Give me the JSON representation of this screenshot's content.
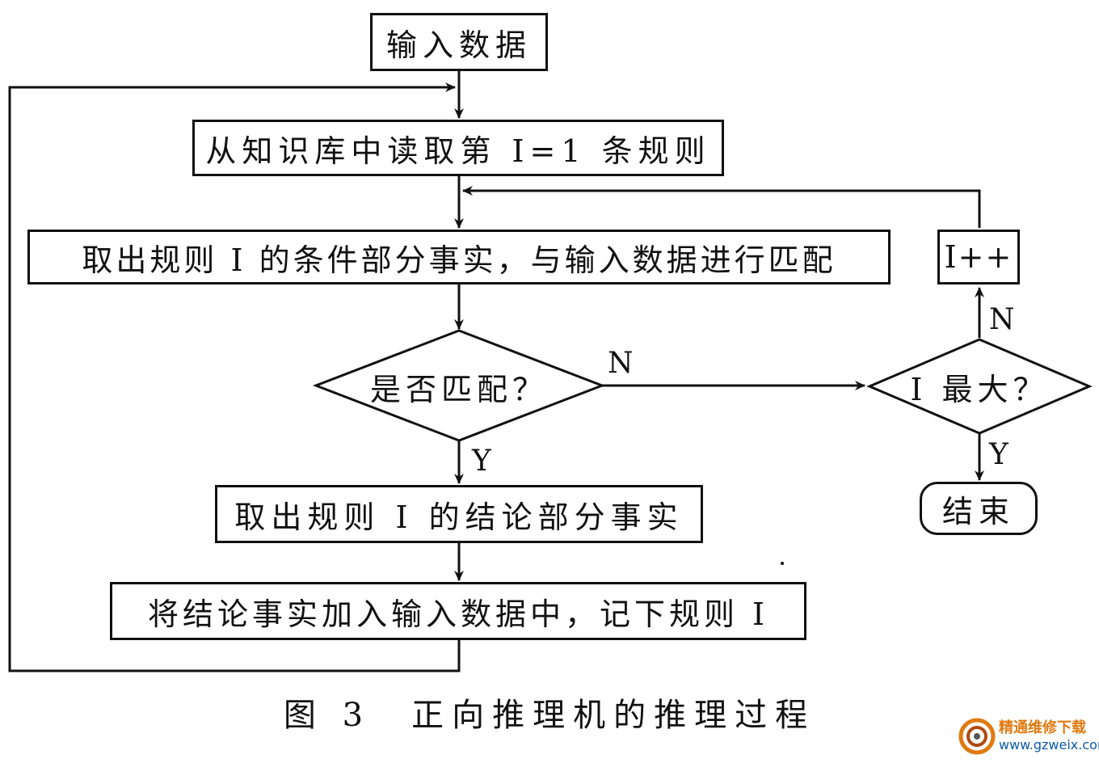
{
  "nodes": {
    "input_data": "输入数据",
    "read_rule": "从知识库中读取第 I=1 条规则",
    "match_conditions": "取出规则 I 的条件部分事实，与输入数据进行匹配",
    "is_match": "是否匹配？",
    "take_conclusion": "取出规则 I 的结论部分事实",
    "add_conclusion": "将结论事实加入输入数据中，记下规则 I",
    "i_max": "I 最大？",
    "i_increment": "I++",
    "end": "结束"
  },
  "edge_labels": {
    "match_no": "N",
    "match_yes": "Y",
    "max_no": "N",
    "max_yes": "Y"
  },
  "caption": "图 3　正向推理机的推理过程",
  "watermark": {
    "name": "精通维修下载",
    "url": "www.gzweix.com"
  }
}
